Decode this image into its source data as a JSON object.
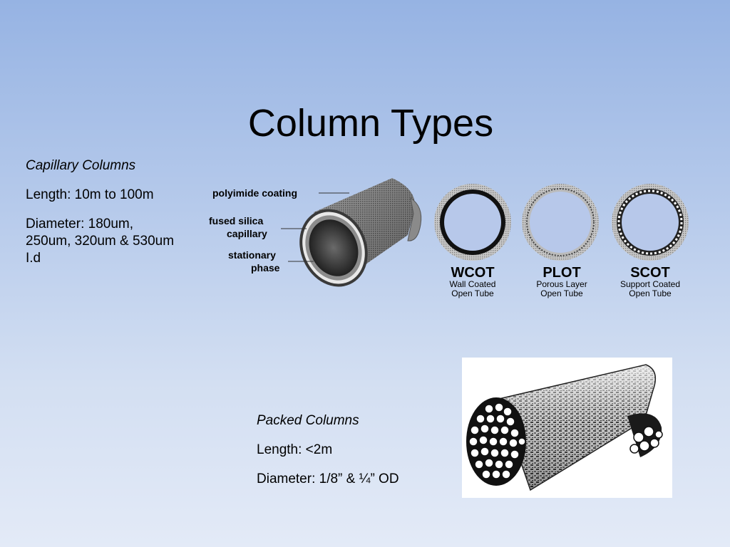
{
  "slide": {
    "title": "Column Types"
  },
  "capillary": {
    "heading": "Capillary Columns",
    "length": "Length: 10m to 100m",
    "diameter": "Diameter: 180um, 250um, 320um & 530um I.d"
  },
  "packed": {
    "heading": "Packed Columns",
    "length": "Length: <2m",
    "diameter": "Diameter: 1/8” & ¼” OD"
  },
  "diagram": {
    "callouts": {
      "polyimide": "polyimide coating",
      "fused_line1": "fused silica",
      "fused_line2": "capillary",
      "stationary_line1": "stationary",
      "stationary_line2": "phase"
    },
    "types": [
      {
        "abbr": "WCOT",
        "line1": "Wall Coated",
        "line2": "Open Tube"
      },
      {
        "abbr": "PLOT",
        "line1": "Porous Layer",
        "line2": "Open Tube"
      },
      {
        "abbr": "SCOT",
        "line1": "Support Coated",
        "line2": "Open Tube"
      }
    ]
  }
}
